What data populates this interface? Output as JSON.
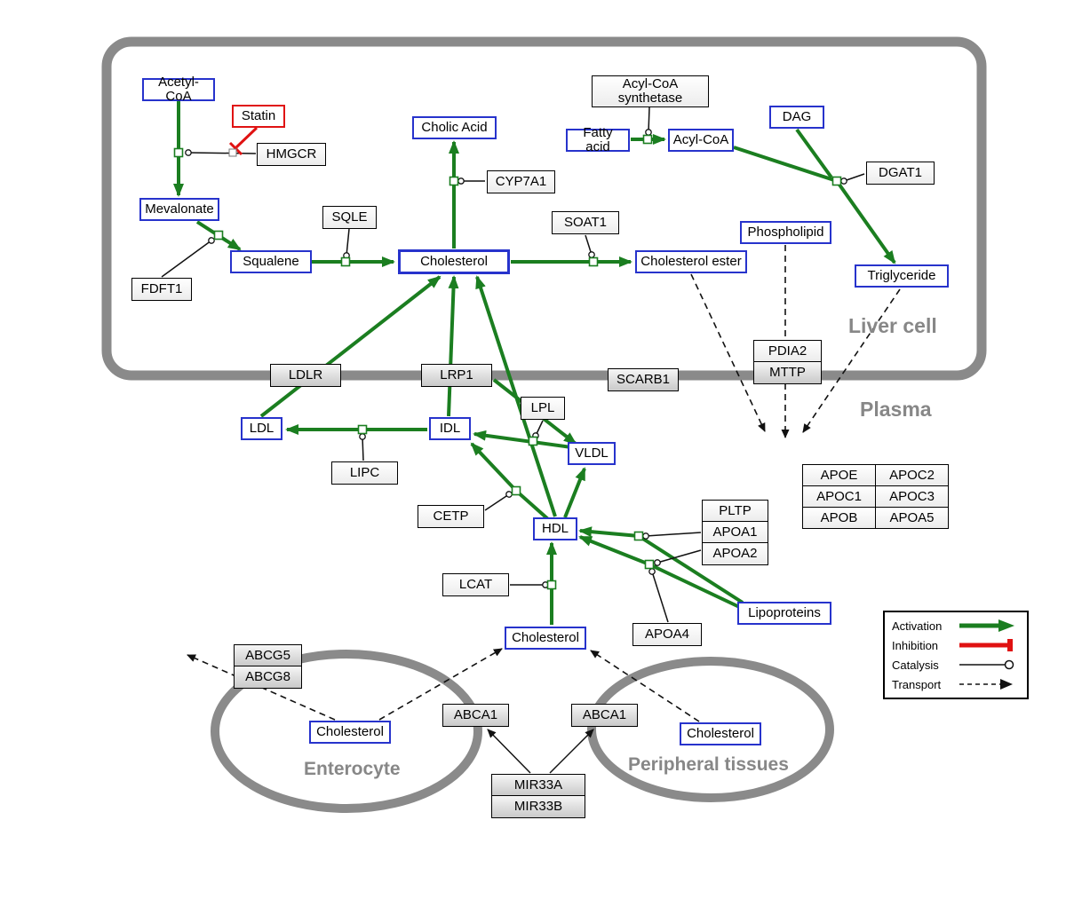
{
  "compartments": {
    "liver_cell": "Liver cell",
    "plasma": "Plasma",
    "enterocyte": "Enterocyte",
    "peripheral_tissues": "Peripheral tissues"
  },
  "nodes": {
    "acetyl_coa": "Acetyl-CoA",
    "statin": "Statin",
    "hmgcr": "HMGCR",
    "mevalonate": "Mevalonate",
    "fdft1": "FDFT1",
    "squalene": "Squalene",
    "sqle": "SQLE",
    "cholesterol": "Cholesterol",
    "cholic_acid": "Cholic Acid",
    "cyp7a1": "CYP7A1",
    "soat1": "SOAT1",
    "cholesterol_ester": "Cholesterol ester",
    "acyl_coa_synthetase": "Acyl-CoA synthetase",
    "fatty_acid": "Fatty acid",
    "acyl_coa": "Acyl-CoA",
    "dag": "DAG",
    "dgat1": "DGAT1",
    "phospholipid": "Phospholipid",
    "triglyceride": "Triglyceride",
    "ldlr": "LDLR",
    "lrp1": "LRP1",
    "scarb1": "SCARB1",
    "pdia2": "PDIA2",
    "mttp": "MTTP",
    "ldl": "LDL",
    "idl": "IDL",
    "lipc": "LIPC",
    "lpl": "LPL",
    "vldl": "VLDL",
    "cetp": "CETP",
    "hdl": "HDL",
    "lcat": "LCAT",
    "pltp": "PLTP",
    "apoa1": "APOA1",
    "apoa2": "APOA2",
    "apoa4": "APOA4",
    "lipoproteins": "Lipoproteins",
    "apoe": "APOE",
    "apoc1": "APOC1",
    "apob": "APOB",
    "apoc2": "APOC2",
    "apoc3": "APOC3",
    "apoa5": "APOA5",
    "abcg5": "ABCG5",
    "abcg8": "ABCG8",
    "abca1": "ABCA1",
    "mir33a": "MIR33A",
    "mir33b": "MIR33B"
  },
  "legend": {
    "activation": "Activation",
    "inhibition": "Inhibition",
    "catalysis": "Catalysis",
    "transport": "Transport"
  },
  "colors": {
    "activation_green": "#1b7e20",
    "inhibition_red": "#e01212",
    "metabolite_blue": "#2733cc",
    "membrane_gray": "#8a8a8a"
  }
}
